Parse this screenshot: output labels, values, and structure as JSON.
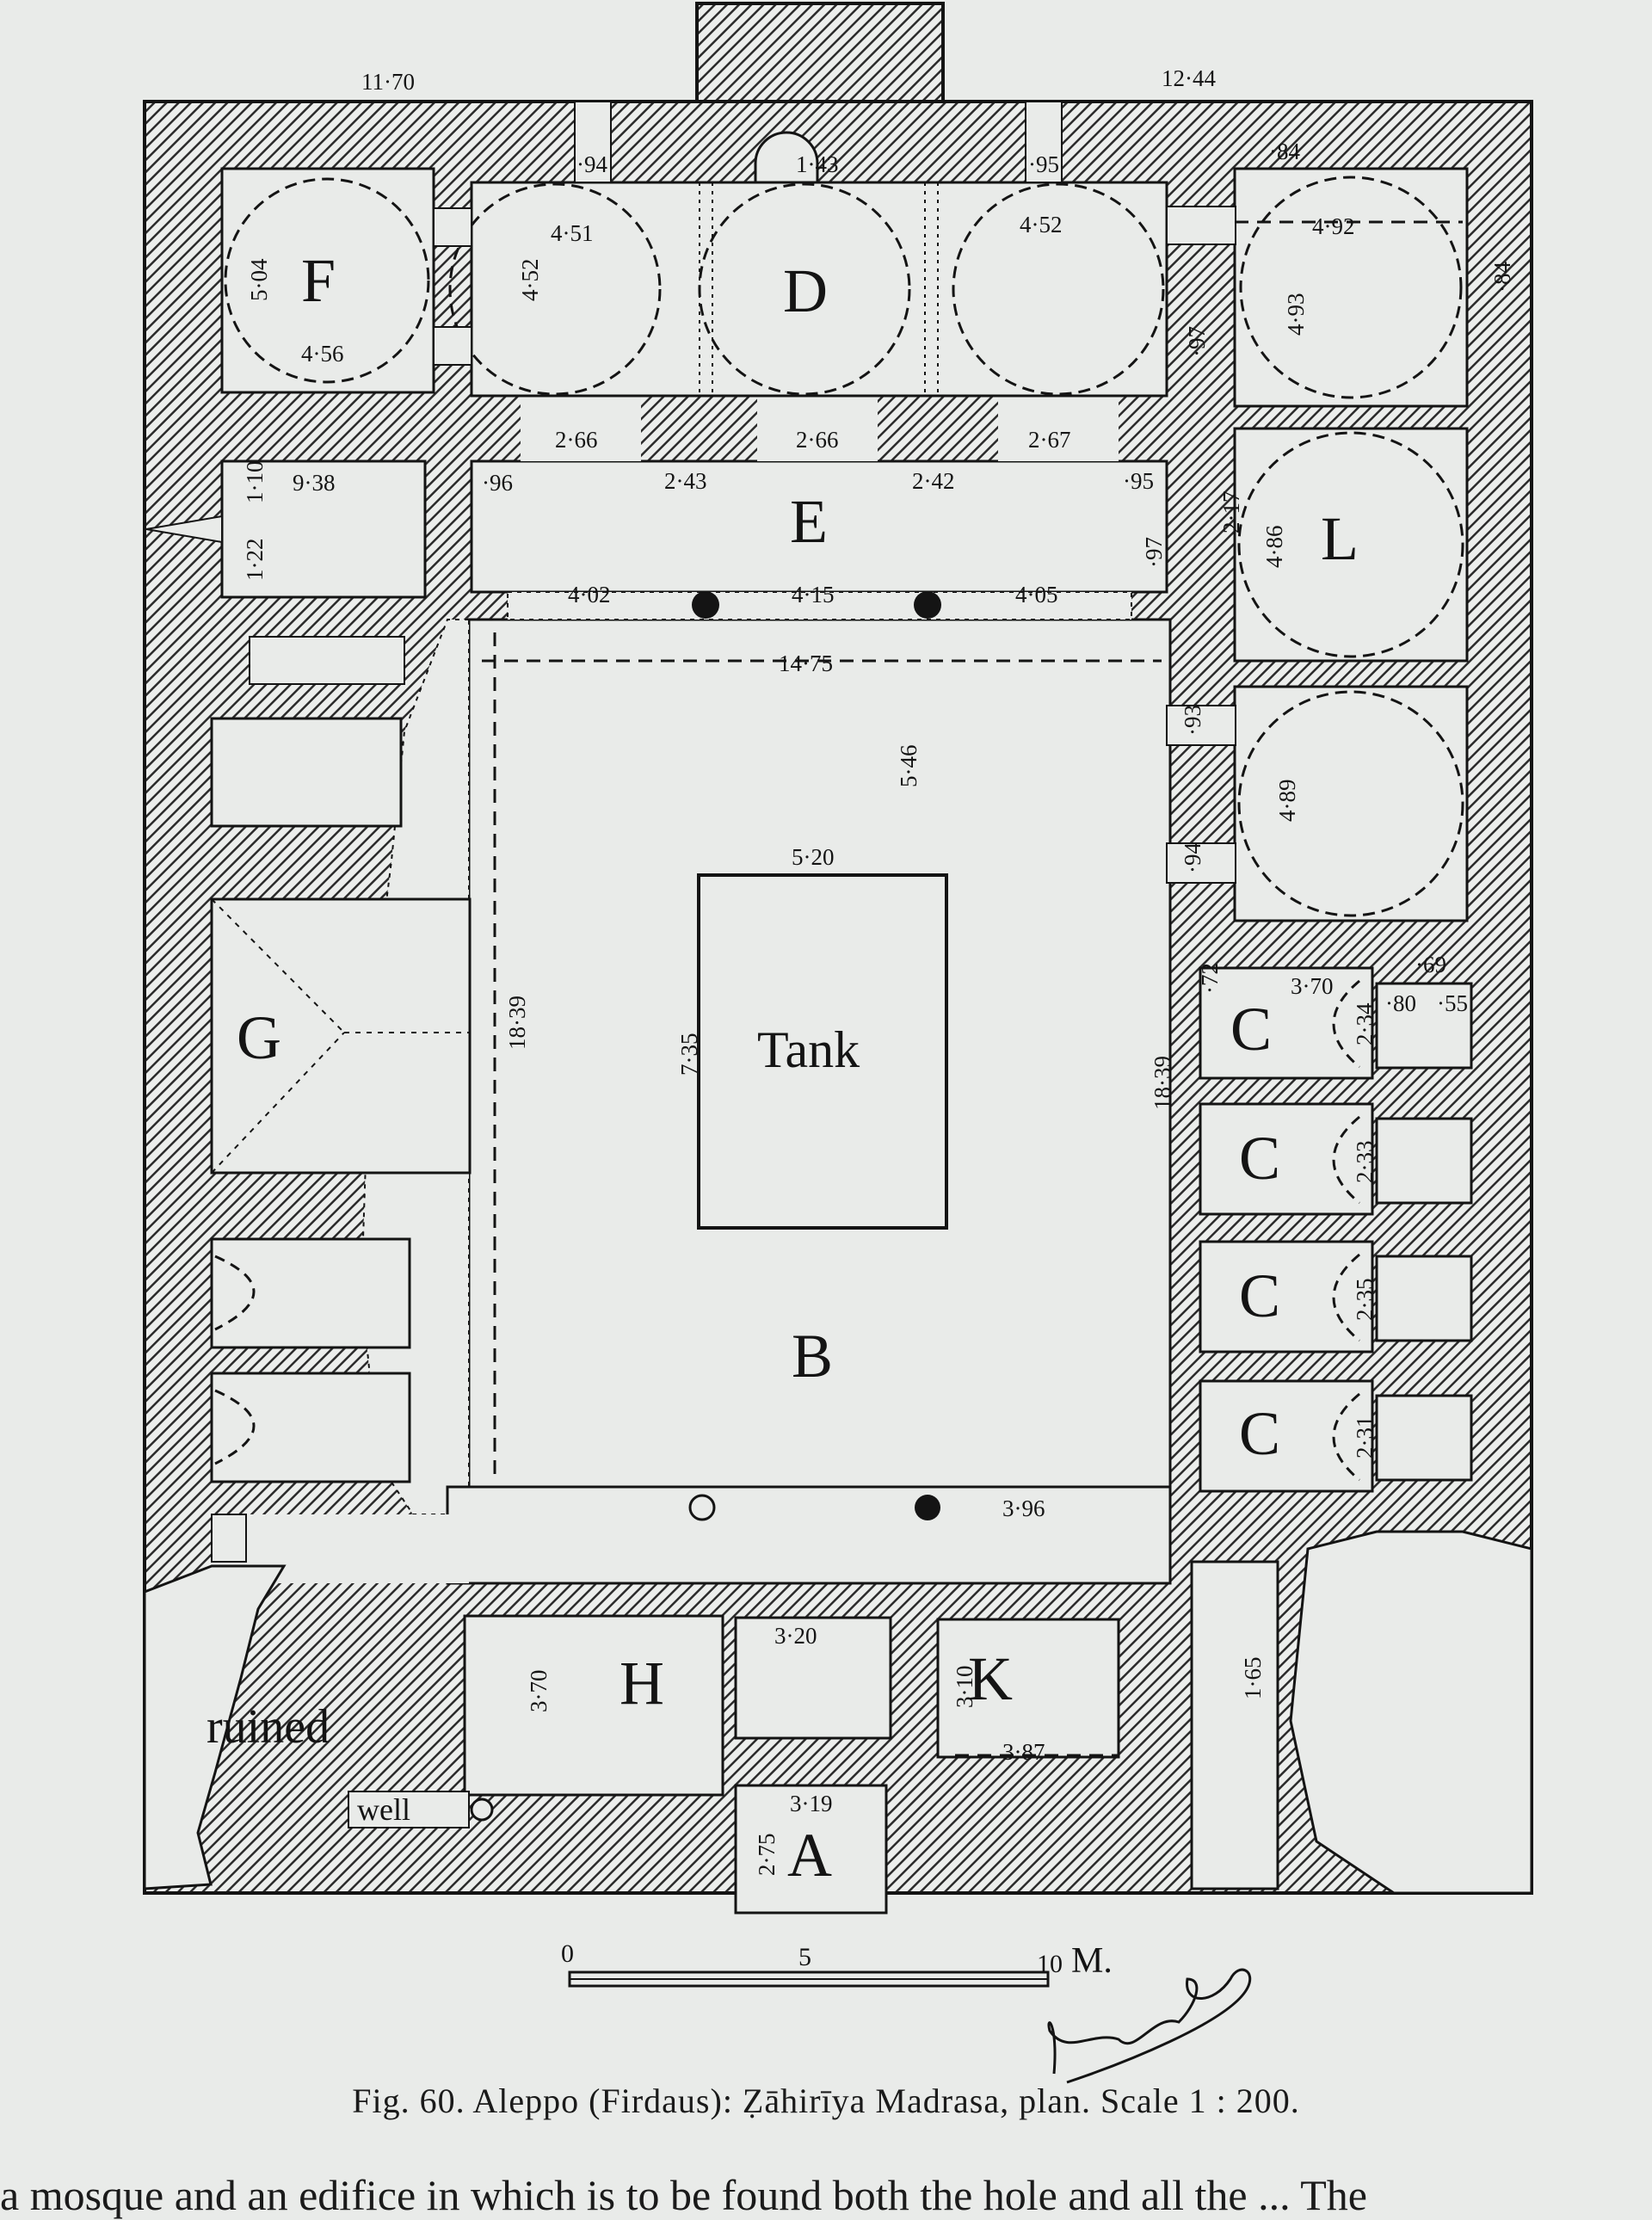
{
  "colors": {
    "paper": "#e9ebe9",
    "ink": "#141414",
    "wall_hatch": "#2b2b2b"
  },
  "rooms": {
    "F": "F",
    "D": "D",
    "E": "E",
    "L": "L",
    "B": "B",
    "G": "G",
    "H": "H",
    "K": "K",
    "A": "A",
    "C": "C",
    "tank": "Tank",
    "ruined": "ruined",
    "well": "well"
  },
  "dimensions": {
    "top_left": "11·70",
    "top_right": "12·44",
    "d1": "·94",
    "d2": "1·43",
    "d3": "·95",
    "d4": "·84",
    "d5": "·84",
    "d6": "4·51",
    "d7": "4·52",
    "d8": "4·52",
    "d9": "4·92",
    "d10": "5·04",
    "d11": "4·56",
    "d12": "4·93",
    "d13": "·97",
    "d14": "2·66",
    "d15": "2·66",
    "d16": "2·67",
    "d17": "2·43",
    "d18": "2·42",
    "d19": "·96",
    "d20": "·95",
    "d21": "1·10",
    "d22": "9·38",
    "d23": "1·22",
    "d24": "·97",
    "d25": "2·17",
    "d26": "4·86",
    "d27": "4·02",
    "d28": "4·15",
    "d29": "4·05",
    "d30": "14·75",
    "d31": "5·46",
    "d32": "·93",
    "d33": "4·89",
    "d34": "5·20",
    "d35": "·94",
    "d36": "7·35",
    "d37": "18·39",
    "d38": "18·39",
    "d39": "·72",
    "d40": "3·70",
    "d41": "·69",
    "d42": "·80",
    "d43": "·55",
    "d44": "2·34",
    "d45": "2·33",
    "d46": "2·35",
    "d47": "2·31",
    "d48": "3·96",
    "d49": "3·20",
    "d50": "3·70",
    "d51": "3·10",
    "d52": "3·87",
    "d53": "1·65",
    "d54": "3·19",
    "d55": "2·75"
  },
  "scale_bar": {
    "t0": "0",
    "t5": "5",
    "t10": "10",
    "unit": "M."
  },
  "caption": "Fig. 60. Aleppo (Firdaus): Ẓāhirīya Madrasa, plan. Scale 1 : 200.",
  "bottom_text": "a mosque and an edifice in which is to be found both the hole and all the ... The"
}
